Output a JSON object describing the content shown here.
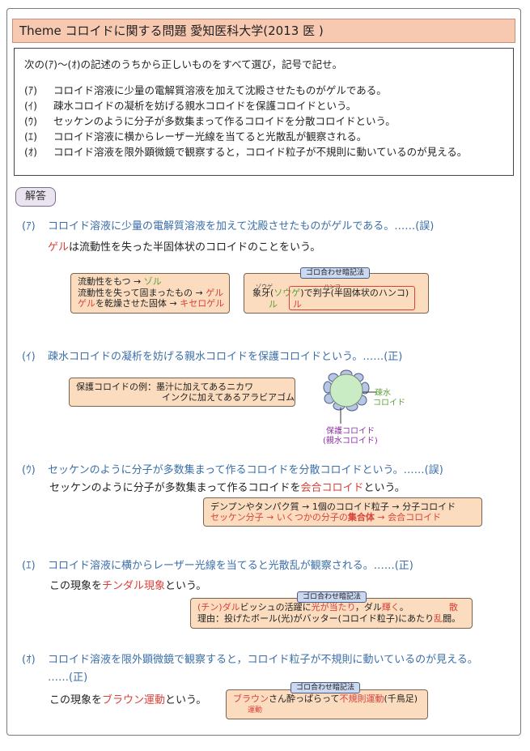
{
  "title": "Theme  コロイドに関する問題  愛知医科大学(2013 医 )",
  "question": {
    "intro": "次の(ｱ)～(ｵ)の記述のうちから正しいものをすべて選び，記号で記せ。",
    "options": [
      {
        "label": "(ｱ)",
        "text": "コロイド溶液に少量の電解質溶液を加えて沈殿させたものがゲルである。"
      },
      {
        "label": "(ｲ)",
        "text": "疎水コロイドの凝析を妨げる親水コロイドを保護コロイドという。"
      },
      {
        "label": "(ｳ)",
        "text": "セッケンのように分子が多数集まって作るコロイドを分散コロイドという。"
      },
      {
        "label": "(ｴ)",
        "text": "コロイド溶液に横からレーザー光線を当てると光散乱が観察される。"
      },
      {
        "label": "(ｵ)",
        "text": "コロイド溶液を限外顕微鏡で観察すると，コロイド粒子が不規則に動いているのが見える。"
      }
    ]
  },
  "answer_label": "解答",
  "goro_label": "ゴロ合わせ暗記法",
  "a": {
    "label": "(ｱ)",
    "head": "コロイド溶液に少量の電解質溶液を加えて沈殿させたものがゲルである。……(誤)",
    "exp_red": "ゲル",
    "exp_rest": "は流動性を失った半固体状のコロイドのことをいう。",
    "box1": {
      "l1a": "流動性をもつ → ",
      "l1b": "ゾル",
      "l2a": "流動性を失って固まったもの → ",
      "l2b": "ゲル",
      "l3a": "ゲル",
      "l3b": "を乾燥させた固体 → ",
      "l3c": "キセロゲル"
    },
    "box2": {
      "ruby1": "ゾウゲ",
      "ruby2": "ハンコ",
      "l1a": "象牙(",
      "l1b": "ソウゲ",
      "l1c": ")で判子(半固体状のハンコ)",
      "l2a": "ル",
      "l2b": "ル"
    }
  },
  "i": {
    "label": "(ｲ)",
    "head": "疎水コロイドの凝析を妨げる親水コロイドを保護コロイドという。……(正)",
    "box_l1": "保護コロイドの例：墨汁に加えてあるニカワ",
    "box_l2": "インクに加えてあるアラビアゴム",
    "diag_l1": "疎水",
    "diag_l2": "コロイド",
    "diag_b1": "保護コロイド",
    "diag_b2": "(親水コロイド)"
  },
  "u": {
    "label": "(ｳ)",
    "head": "セッケンのように分子が多数集まって作るコロイドを分散コロイドという。……(誤)",
    "exp_a": "セッケンのように分子が多数集まって作るコロイドを",
    "exp_red": "会合コロイド",
    "exp_c": "という。",
    "box_l1": "デンプンやタンパク質 → 1個のコロイド粒子 → 分子コロイド",
    "box_l2a": "セッケン分子 → いくつかの分子の",
    "box_l2b": "集合体",
    "box_l2c": " → 会合コロイド"
  },
  "e": {
    "label": "(ｴ)",
    "head": "コロイド溶液に横からレーザー光線を当てると光散乱が観察される。……(正)",
    "exp_a": "この現象を",
    "exp_red": "チンダル現象",
    "exp_c": "という。",
    "box_l1a": "(チン)ダル",
    "box_l1b": "ビッシュの活躍に",
    "box_l1c": "光が当たり",
    "box_l1d": "，ダル",
    "box_l1e": "輝く",
    "box_l1f": "。",
    "box_l1g": "散",
    "box_l2a": "理由：投げたボール(光)がバッター(コロイド粒子)にあたり",
    "box_l2b": "乱",
    "box_l2c": "闘。"
  },
  "o": {
    "label": "(ｵ)",
    "head": "コロイド溶液を限外顕微鏡で観察すると，コロイド粒子が不規則に動いているのが見える。",
    "head2": "……(正)",
    "exp_a": "この現象を",
    "exp_red": "ブラウン運動",
    "exp_c": "という。",
    "box_l1a": "ブラウン",
    "box_l1b": "さん酔っぱらって",
    "box_l1c": "不規則運動",
    "box_l1d": "(千鳥足)",
    "box_l2": "運動"
  }
}
